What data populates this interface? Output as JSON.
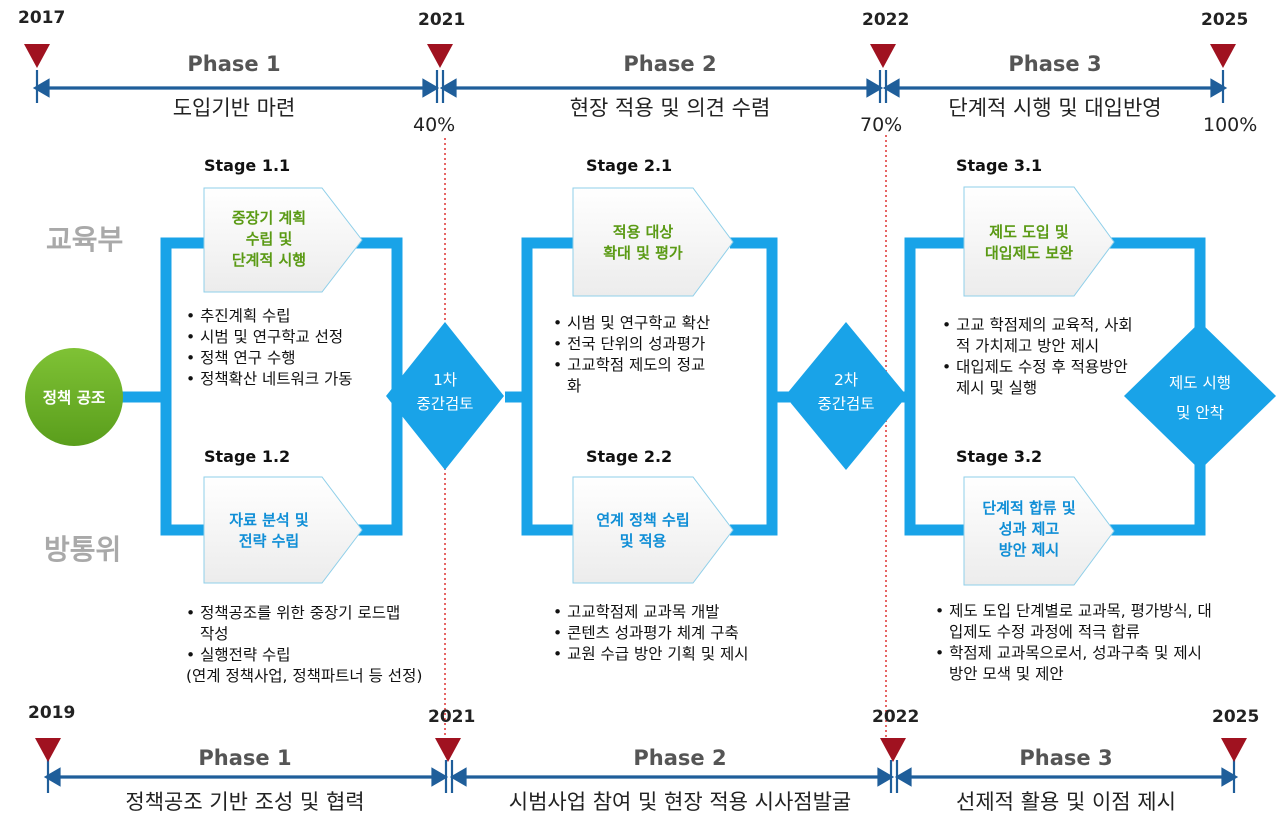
{
  "top_timeline": {
    "years": [
      "2017",
      "2021",
      "2022",
      "2025"
    ],
    "phases": [
      {
        "name": "Phase 1",
        "label": "도입기반 마련"
      },
      {
        "name": "Phase 2",
        "label": "현장 적용 및 의견 수렴"
      },
      {
        "name": "Phase 3",
        "label": "단계적 시행 및 대입반영"
      }
    ],
    "percents": [
      "40%",
      "70%",
      "100%"
    ]
  },
  "bottom_timeline": {
    "years": [
      "2019",
      "2021",
      "2022",
      "2025"
    ],
    "phases": [
      {
        "name": "Phase 1",
        "label": "정책공조 기반 조성 및 협력"
      },
      {
        "name": "Phase 2",
        "label": "시범사업 참여 및 현장 적용 시사점발굴"
      },
      {
        "name": "Phase 3",
        "label": "선제적 활용 및 이점 제시"
      }
    ]
  },
  "orgs": {
    "top": "교육부",
    "bottom": "방통위"
  },
  "start_node": "정책 공조",
  "stages": {
    "s11": {
      "title": "Stage 1.1",
      "box": [
        "중장기 계획",
        "수립 및",
        "단계적 시행"
      ],
      "bullets": [
        "• 추진계획 수립",
        "• 시범 및 연구학교 선정",
        "• 정책 연구 수행",
        "• 정책확산 네트워크 가동"
      ]
    },
    "s12": {
      "title": "Stage 1.2",
      "box": [
        "자료 분석 및",
        "전략 수립"
      ],
      "bullets": [
        "• 정책공조를 위한 중장기 로드맵 작성",
        "• 실행전략 수립",
        " (연계 정책사업, 정책파트너 등 선정)"
      ]
    },
    "s21": {
      "title": "Stage 2.1",
      "box": [
        "적용 대상",
        "확대 및 평가"
      ],
      "bullets": [
        "• 시범 및 연구학교 확산",
        "• 전국 단위의 성과평가",
        "• 고교학점 제도의 정교화"
      ]
    },
    "s22": {
      "title": "Stage 2.2",
      "box": [
        "연계 정책 수립",
        "및 적용"
      ],
      "bullets": [
        "• 고교학점제 교과목 개발",
        "• 콘텐츠 성과평가 체계 구축",
        "• 교원 수급 방안 기획 및 제시"
      ]
    },
    "s31": {
      "title": "Stage 3.1",
      "box": [
        "제도 도입 및",
        "대입제도 보완"
      ],
      "bullets": [
        "• 고교 학점제의 교육적, 사회적 가치제고 방안 제시",
        "• 대입제도 수정 후 적용방안 제시 및 실행"
      ]
    },
    "s32": {
      "title": "Stage 3.2",
      "box": [
        "단계적 합류 및",
        "성과 제고",
        "방안 제시"
      ],
      "bullets": [
        "• 제도 도입 단계별로 교과목, 평가방식, 대입제도 수정 과정에 적극 합류",
        "• 학점제 교과목으로서, 성과구축 및 제시 방안 모색 및 제안"
      ]
    }
  },
  "reviews": [
    {
      "line1": "1차",
      "line2": "중간검토"
    },
    {
      "line1": "2차",
      "line2": "중간검토"
    },
    {
      "line1": "제도 시행",
      "line2": "및 안착"
    }
  ],
  "colors": {
    "flow": "#19a3e8",
    "marker": "#a01220",
    "arrow": "#1f5e9a",
    "green": "#5a9a14",
    "blue": "#0f8ed6"
  }
}
